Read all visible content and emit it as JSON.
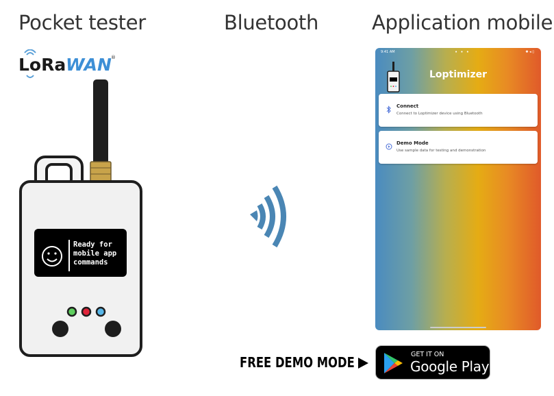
{
  "titles": {
    "pocket_tester": "Pocket tester",
    "bluetooth": "Bluetooth",
    "application": "Application mobile"
  },
  "lorawan": {
    "lora": "LoRa",
    "wan": "WAN",
    "registered": "®"
  },
  "device": {
    "screen_lines": [
      "Ready for",
      "mobile app",
      "commands"
    ],
    "led_colors": [
      "#5fcf5f",
      "#e0243a",
      "#57b6e8"
    ]
  },
  "phone": {
    "status_time": "9:41 AM",
    "status_dots": "• • •",
    "status_right": "✱ ◂ ▯",
    "app_title": "Loptimizer",
    "cards": [
      {
        "title": "Connect",
        "subtitle": "Connect to Loptimizer device using Bluetooth",
        "icon": "bluetooth-icon"
      },
      {
        "title": "Demo Mode",
        "subtitle": "Use sample data for testing and demonstration",
        "icon": "play-circle-icon"
      }
    ]
  },
  "demo_label": "FREE DEMO MODE",
  "google_play": {
    "small": "GET IT ON",
    "big": "Google Play"
  },
  "colors": {
    "bluetooth_waves": "#4a86b4",
    "title_text": "#333333"
  }
}
